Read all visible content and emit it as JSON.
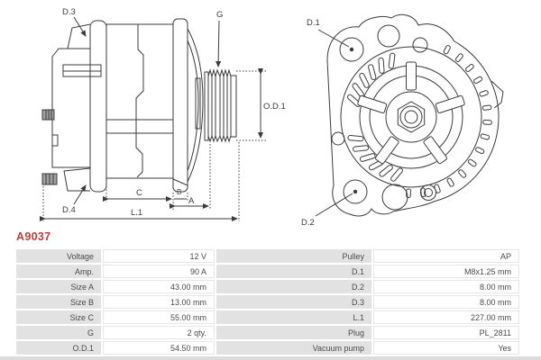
{
  "part_number": "A9037",
  "diagram": {
    "side_view_labels": {
      "d3": "D.3",
      "d4": "D.4",
      "g": "G",
      "od1": "O.D.1",
      "a": "A",
      "b": "B",
      "c": "C",
      "l1": "L.1"
    },
    "front_view_labels": {
      "d1": "D.1",
      "d2": "D.2"
    }
  },
  "table": {
    "rows": [
      [
        "Voltage",
        "12 V",
        "Pulley",
        "AP"
      ],
      [
        "Amp.",
        "90 A",
        "D.1",
        "M8x1.25 mm"
      ],
      [
        "Size A",
        "43.00 mm",
        "D.2",
        "8.00 mm"
      ],
      [
        "Size B",
        "13.00 mm",
        "D.3",
        "8.00 mm"
      ],
      [
        "Size C",
        "55.00 mm",
        "L.1",
        "227.00 mm"
      ],
      [
        "G",
        "2 qty.",
        "Plug",
        "PL_2811"
      ],
      [
        "O.D.1",
        "54.50 mm",
        "Vacuum pump",
        "Yes"
      ]
    ]
  },
  "colors": {
    "part_number_red": "#b9403e",
    "line": "#3b3b3b",
    "label_cell_bg": "#e2e2e2",
    "value_cell_border": "#e6e6e6",
    "bottom_band": "#dcdcdc"
  }
}
